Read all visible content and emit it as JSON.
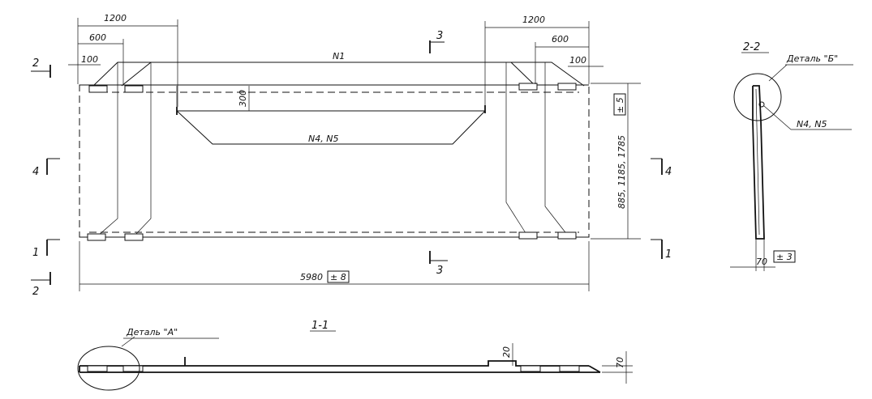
{
  "plan": {
    "dim_left_1200": "1200",
    "dim_left_600": "600",
    "dim_left_100": "100",
    "dim_right_1200": "1200",
    "dim_right_600": "600",
    "dim_right_100": "100",
    "mark_n1": "N1",
    "dim_300": "300",
    "mark_n4n5": "N4, N5",
    "dim_height": "885, 1185, 1785",
    "tol_height": "± 5",
    "dim_length": "5980",
    "tol_length": "± 8"
  },
  "cuts": {
    "c2_top": "2",
    "c2_bottom": "2",
    "c4_left": "4",
    "c4_right": "4",
    "c1_left": "1",
    "c1_right": "1",
    "c3_top": "3",
    "c3_bottom": "3"
  },
  "section11": {
    "title": "1-1",
    "detail_label": "Деталь \"А\"",
    "dim_20": "20",
    "dim_70": "70"
  },
  "section22": {
    "title": "2-2",
    "detail_label": "Деталь \"Б\"",
    "mark_n4n5": "N4, N5",
    "dim_70": "70",
    "tol_70": "± 3"
  }
}
